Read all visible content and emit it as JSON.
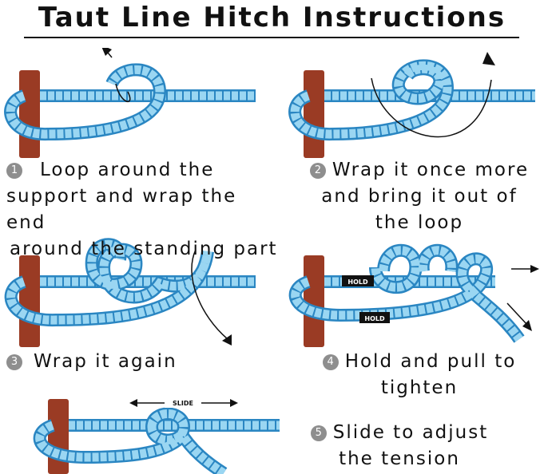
{
  "title": "Taut Line Hitch Instructions",
  "colors": {
    "rope": "#57b6e6",
    "rope_edge": "#2a86c2",
    "post": "#9a3b24",
    "text": "#111111"
  },
  "steps": [
    {
      "number": "1",
      "line1": "Loop around the",
      "line2": "support and wrap the end",
      "line3": "around the standing part"
    },
    {
      "number": "2",
      "line1": "Wrap it once more",
      "line2": "and bring it out of",
      "line3": "the loop"
    },
    {
      "number": "3",
      "line1": "Wrap it again"
    },
    {
      "number": "4",
      "line1": "Hold and pull to",
      "line2": "tighten"
    },
    {
      "number": "5",
      "line1": "Slide to adjust",
      "line2": "the tension"
    }
  ],
  "labels": {
    "hold_top": "HOLD",
    "hold_bottom": "HOLD",
    "slide": "SLIDE"
  }
}
